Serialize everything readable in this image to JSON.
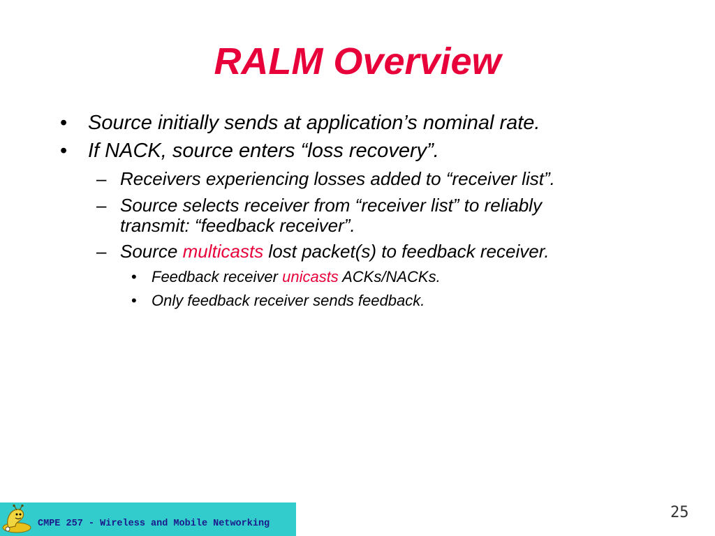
{
  "slide": {
    "title": "RALM Overview",
    "bullets": [
      {
        "marker": "•",
        "text": "Source initially sends at application’s nominal rate."
      },
      {
        "marker": "•",
        "text": "If NACK, source enters “loss recovery”."
      }
    ],
    "sub_bullets": [
      {
        "marker": "–",
        "text": "Receivers experiencing losses added to “receiver list”."
      },
      {
        "marker": "–",
        "line1": "Source selects receiver from “receiver list” to reliably",
        "line2": "transmit: “feedback receiver”."
      },
      {
        "marker": "–",
        "before": "Source ",
        "highlight": "multicasts",
        "after": " lost packet(s) to feedback receiver."
      }
    ],
    "sub_sub_bullets": [
      {
        "marker": "•",
        "before": "Feedback receiver ",
        "highlight": "unicasts",
        "after": " ACKs/NACKs."
      },
      {
        "marker": "•",
        "text": "Only feedback receiver sends feedback."
      }
    ],
    "footer": "CMPE 257 - Wireless and Mobile Networking",
    "page_number": "25"
  },
  "colors": {
    "title": "#e8003a",
    "highlight": "#e8003a",
    "footer_bar": "#33cccc",
    "footer_text": "#1a1a8c"
  },
  "icons": {
    "logo": "slug-mascot-icon"
  }
}
